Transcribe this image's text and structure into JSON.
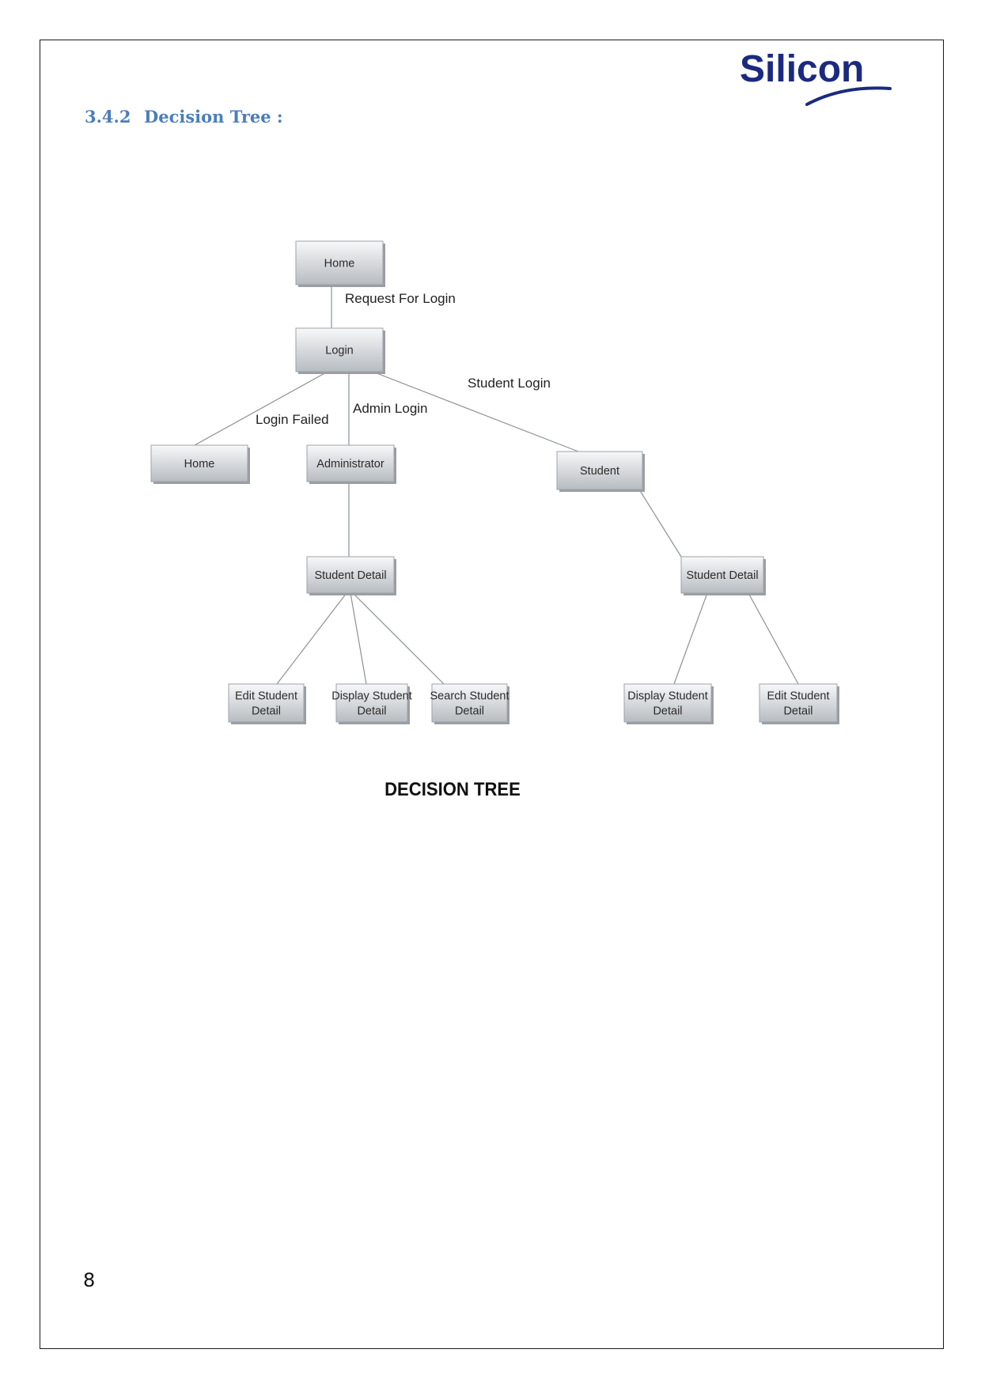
{
  "header": {
    "logo_text": "Silicon",
    "logo_color": "#1b2a80"
  },
  "section": {
    "number": "3.4.2",
    "title": "Decision Tree :",
    "color": "#4a7ebb"
  },
  "diagram": {
    "caption": "DECISION TREE",
    "nodes": [
      {
        "id": "home_top",
        "label": [
          "Home"
        ]
      },
      {
        "id": "login",
        "label": [
          "Login"
        ]
      },
      {
        "id": "home_failed",
        "label": [
          "Home"
        ]
      },
      {
        "id": "administrator",
        "label": [
          "Administrator"
        ]
      },
      {
        "id": "student",
        "label": [
          "Student"
        ]
      },
      {
        "id": "admin_student_detail",
        "label": [
          "Student Detail"
        ]
      },
      {
        "id": "student_student_detail",
        "label": [
          "Student Detail"
        ]
      },
      {
        "id": "admin_edit",
        "label": [
          "Edit Student",
          "Detail"
        ]
      },
      {
        "id": "admin_display",
        "label": [
          "Display Student",
          "Detail"
        ]
      },
      {
        "id": "admin_search",
        "label": [
          "Search Student",
          "Detail"
        ]
      },
      {
        "id": "student_display",
        "label": [
          "Display Student",
          "Detail"
        ]
      },
      {
        "id": "student_edit",
        "label": [
          "Edit Student",
          "Detail"
        ]
      }
    ],
    "edges": [
      {
        "from": "home_top",
        "to": "login",
        "label": "Request For Login"
      },
      {
        "from": "login",
        "to": "home_failed",
        "label": "Login Failed"
      },
      {
        "from": "login",
        "to": "administrator",
        "label": "Admin Login"
      },
      {
        "from": "login",
        "to": "student",
        "label": "Student Login"
      },
      {
        "from": "administrator",
        "to": "admin_student_detail",
        "label": ""
      },
      {
        "from": "student",
        "to": "student_student_detail",
        "label": ""
      },
      {
        "from": "admin_student_detail",
        "to": "admin_edit",
        "label": ""
      },
      {
        "from": "admin_student_detail",
        "to": "admin_display",
        "label": ""
      },
      {
        "from": "admin_student_detail",
        "to": "admin_search",
        "label": ""
      },
      {
        "from": "student_student_detail",
        "to": "student_display",
        "label": ""
      },
      {
        "from": "student_student_detail",
        "to": "student_edit",
        "label": ""
      }
    ]
  },
  "footer": {
    "page_number": "8"
  }
}
